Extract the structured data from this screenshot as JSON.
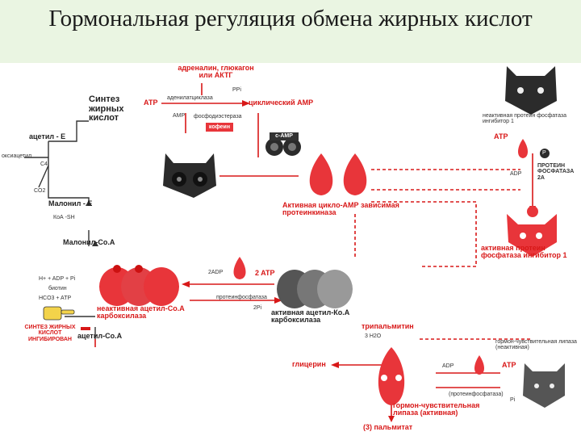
{
  "title": "Гормональная регуляция обмена жирных кислот",
  "labels": {
    "hormones": "адреналин, глюкагон или АКТГ",
    "synthesis_fa": "Синтез жирных кислот",
    "atp_top": "АТР",
    "adenylate_cyclase": "аденилатциклаза",
    "ppi": "PPi",
    "cyclic_amp": "циклический АМР",
    "amp": "АМР",
    "phosphodiesterase": "фосфодиэстераза",
    "caffeine": "кофеин",
    "camp": "c-AMP",
    "acetyl_e": "ацетил - Е",
    "hydroxyacetyl": "оксиацетил",
    "c4": "C4",
    "co2_left": "CO2",
    "malonyl_e": "Малонил - Е",
    "coa_sh": "КоА -SH",
    "malonyl_coa": "Малонил-Co.A",
    "camp_kinase": "Активная циклo-АМР зависимая протеинкиназа",
    "inactive_inhibitor": "неактивная протеин фосфатаза ингибитор 1",
    "atp_right": "АТР",
    "p_badge": "P",
    "adp_right": "ADP",
    "phosphatase_2a": "ПРОТЕИН ФОСФАТАЗА 2А",
    "active_inhibitor": "активная протеин фосфатаза ингибитор 1",
    "two_adp": "2ADP",
    "two_atp": "2 ATP",
    "protein_phosphatase_mid": "протеинфосфатаза",
    "two_pi": "2Pi",
    "bicarb_input": "H+ + ADP + Pi",
    "biotin": "биотин",
    "hco3_atp": "HCO3 + ATP",
    "inactive_acc": "неактивная ацетил-Co.A карбоксилаза",
    "active_acc": "активная ацетил-Ко.А карбоксилаза",
    "synth_inhibited": "СИНТЕЗ ЖИРНЫХ КИСЛОТ ИНГИБИРОВАН",
    "acetyl_coa": "ацетил-Co.A",
    "tripalmitin": "трипальмитин",
    "water": "3 H2O",
    "glycerol": "глицерин",
    "hsl_inactive": "гормон-чувствительная липаза (неактивная)",
    "adp_bottom": "ADP",
    "atp_bottom": "АТР",
    "protein_phosphatase_bottom": "(протеинфосфатаза)",
    "pi_bottom": "Pi",
    "hsl_active": "гормон-чувствительная липаза (активная)",
    "palmitate": "(3) пальмитат"
  }
}
